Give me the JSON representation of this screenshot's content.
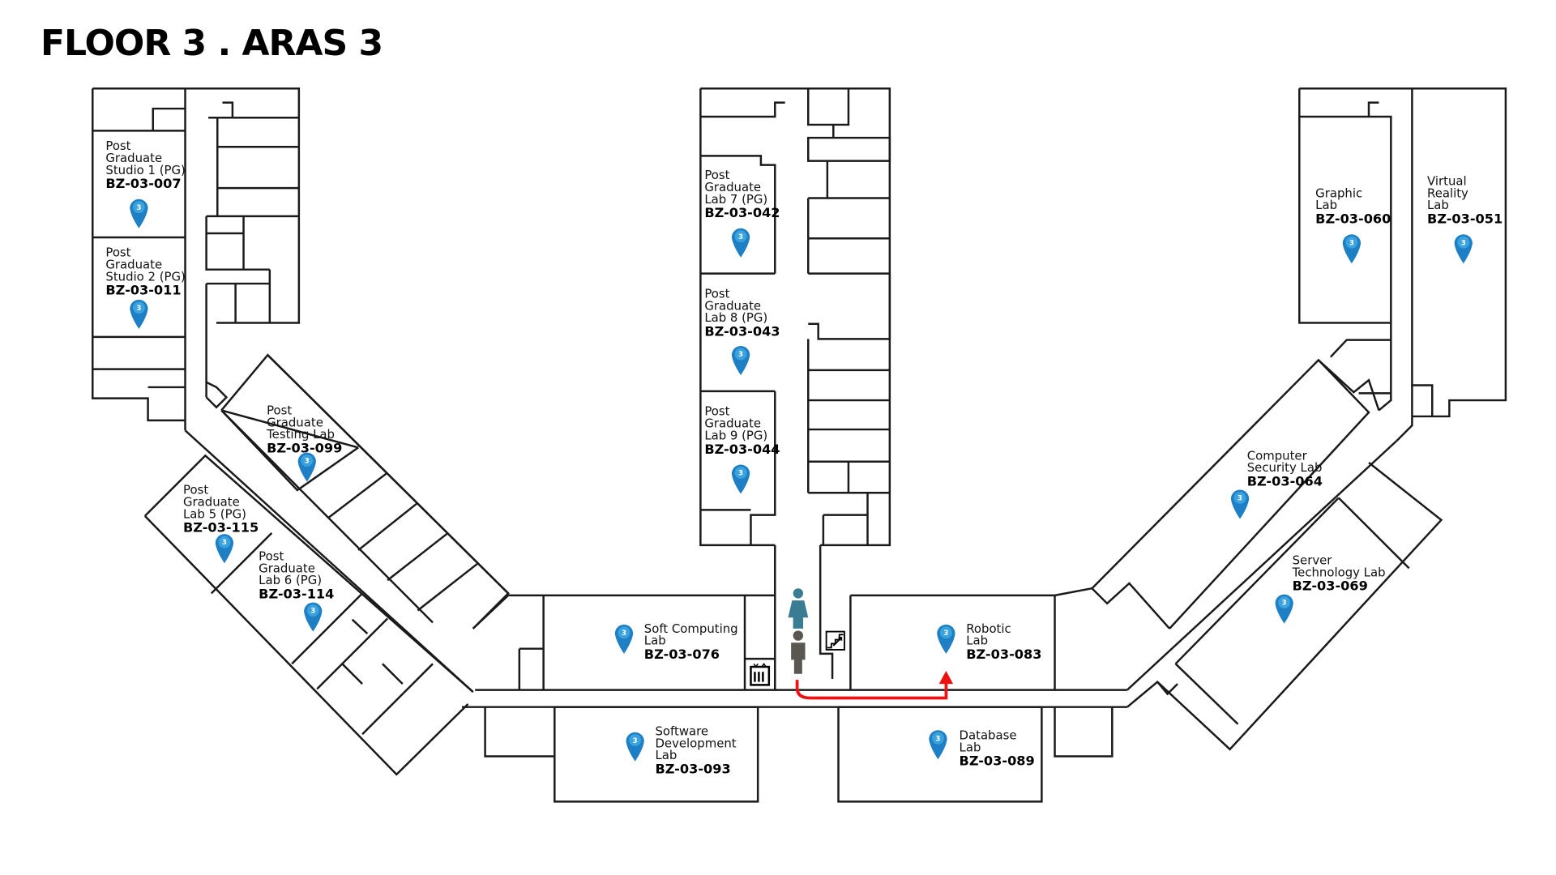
{
  "title": "FLOOR 3 . ARAS 3",
  "floor_pin_label": "3",
  "colors": {
    "pin": "#1f7fc4",
    "route": "#ee1111",
    "female_icon": "#3a7d92",
    "male_icon": "#5a5650",
    "walls": "#1a1a1a"
  },
  "rooms": [
    {
      "id": "r007",
      "name": [
        "Post",
        "Graduate",
        "Studio 1 (PG)"
      ],
      "code": "BZ-03-007"
    },
    {
      "id": "r011",
      "name": [
        "Post",
        "Graduate",
        "Studio 2 (PG)"
      ],
      "code": "BZ-03-011"
    },
    {
      "id": "r099",
      "name": [
        "Post",
        "Graduate",
        "Testing Lab"
      ],
      "code": "BZ-03-099"
    },
    {
      "id": "r115",
      "name": [
        "Post",
        "Graduate",
        "Lab 5 (PG)"
      ],
      "code": "BZ-03-115"
    },
    {
      "id": "r114",
      "name": [
        "Post",
        "Graduate",
        "Lab 6 (PG)"
      ],
      "code": "BZ-03-114"
    },
    {
      "id": "r042",
      "name": [
        "Post",
        "Graduate",
        "Lab 7 (PG)"
      ],
      "code": "BZ-03-042"
    },
    {
      "id": "r043",
      "name": [
        "Post",
        "Graduate",
        "Lab 8 (PG)"
      ],
      "code": "BZ-03-043"
    },
    {
      "id": "r044",
      "name": [
        "Post",
        "Graduate",
        "Lab 9 (PG)"
      ],
      "code": "BZ-03-044"
    },
    {
      "id": "r060",
      "name": [
        "Graphic",
        "Lab"
      ],
      "code": "BZ-03-060"
    },
    {
      "id": "r051",
      "name": [
        "Virtual",
        "Reality",
        "Lab"
      ],
      "code": "BZ-03-051"
    },
    {
      "id": "r064",
      "name": [
        "Computer",
        "Security Lab"
      ],
      "code": "BZ-03-064"
    },
    {
      "id": "r069",
      "name": [
        "Server",
        "Technology Lab"
      ],
      "code": "BZ-03-069"
    },
    {
      "id": "r076",
      "name": [
        "Soft Computing",
        "Lab"
      ],
      "code": "BZ-03-076"
    },
    {
      "id": "r083",
      "name": [
        "Robotic",
        "Lab"
      ],
      "code": "BZ-03-083"
    },
    {
      "id": "r093",
      "name": [
        "Software",
        "Development",
        "Lab"
      ],
      "code": "BZ-03-093"
    },
    {
      "id": "r089",
      "name": [
        "Database",
        "Lab"
      ],
      "code": "BZ-03-089"
    }
  ],
  "facilities": {
    "toilet_female": "female-toilet",
    "toilet_male": "male-toilet",
    "elevator": "elevator",
    "stairs": "stairs"
  },
  "route": {
    "from": "toilets",
    "to": "BZ-03-083"
  }
}
